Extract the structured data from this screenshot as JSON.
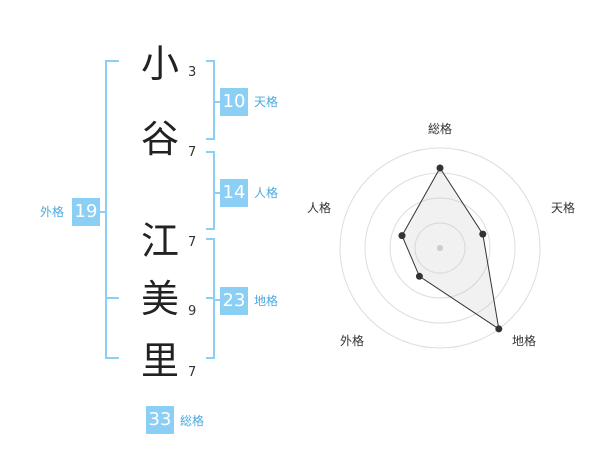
{
  "name": {
    "chars": [
      {
        "char": "小",
        "strokes": "3"
      },
      {
        "char": "谷",
        "strokes": "7"
      },
      {
        "char": "江",
        "strokes": "7"
      },
      {
        "char": "美",
        "strokes": "9"
      },
      {
        "char": "里",
        "strokes": "7"
      }
    ]
  },
  "fortune": {
    "tenkaku": {
      "label": "天格",
      "value": "10"
    },
    "jinkaku": {
      "label": "人格",
      "value": "14"
    },
    "chikaku": {
      "label": "地格",
      "value": "23"
    },
    "gaikaku": {
      "label": "外格",
      "value": "19"
    },
    "soukaku": {
      "label": "総格",
      "value": "33"
    }
  },
  "colors": {
    "accent": "#8ccff5",
    "accent_text": "#4aa9e0",
    "bracket": "#8ccff5"
  },
  "chart_data": {
    "type": "radar",
    "axes": [
      "総格",
      "天格",
      "地格",
      "外格",
      "人格"
    ],
    "values": [
      33,
      10,
      23,
      19,
      14
    ],
    "normalized_values": [
      0.8,
      0.45,
      1.0,
      0.35,
      0.4
    ],
    "rings": 4
  }
}
